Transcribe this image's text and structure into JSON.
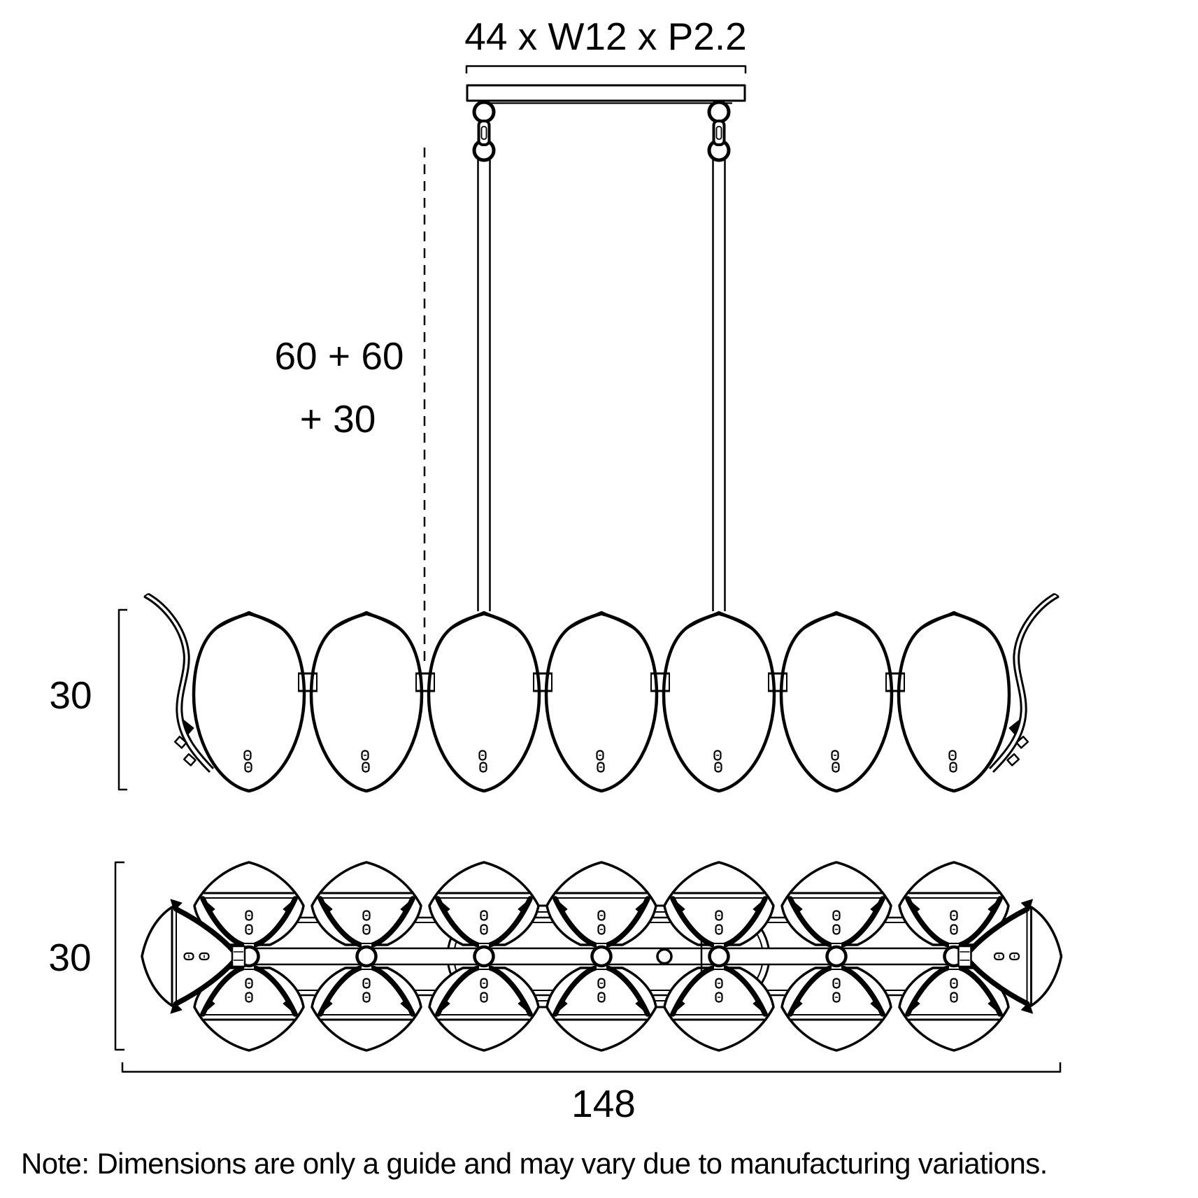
{
  "page": {
    "background": "#ffffff",
    "line_color": "#000000",
    "drawing_type": "linear pendant light dimension drawing"
  },
  "labels": {
    "canopy_dimension": "44 x W12 x P2.2",
    "drop_line1": "60 + 60",
    "drop_line2": "+ 30",
    "side_height": "30",
    "plan_width": "30",
    "overall_length": "148",
    "note": "Note: Dimensions are only a guide and may vary due to manufacturing variations."
  },
  "structure": {
    "side_view": {
      "shade_count": 7,
      "suspension_rod_count": 2,
      "end_shade_count": 2
    },
    "plan_view": {
      "shade_pair_count": 7,
      "end_shade_count": 2
    }
  }
}
